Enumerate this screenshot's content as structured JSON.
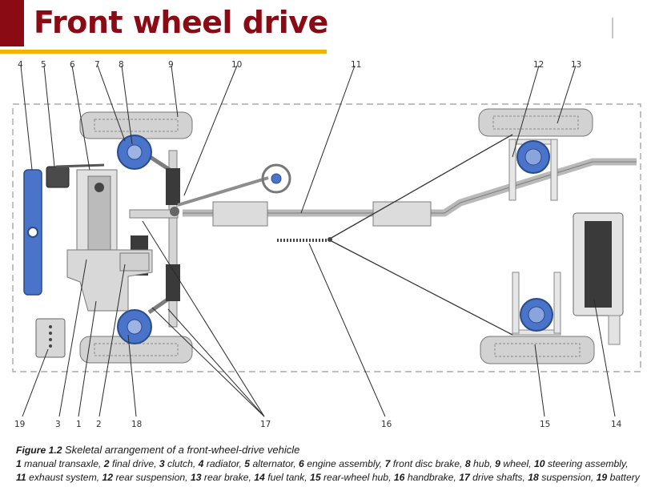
{
  "title": "Front wheel drive",
  "colors": {
    "accent": "#8b0b14",
    "rule": "#f0b400",
    "blue_part": "#4a74c9",
    "tyre": "#d2d2d2",
    "body": "#dcdcdc"
  },
  "callouts": [
    "1",
    "2",
    "3",
    "4",
    "5",
    "6",
    "7",
    "8",
    "9",
    "10",
    "11",
    "12",
    "13",
    "14",
    "15",
    "16",
    "17",
    "18",
    "19"
  ],
  "caption": {
    "label": "Figure 1.2",
    "title": "Skeletal arrangement of a front-wheel-drive vehicle",
    "line2": [
      {
        "n": "1",
        "t": "manual transaxle,"
      },
      {
        "n": "2",
        "t": "final drive,"
      },
      {
        "n": "3",
        "t": "clutch,"
      },
      {
        "n": "4",
        "t": "radiator,"
      },
      {
        "n": "5",
        "t": "alternator,"
      },
      {
        "n": "6",
        "t": "engine assembly,"
      },
      {
        "n": "7",
        "t": "front disc brake,"
      },
      {
        "n": "8",
        "t": "hub,"
      },
      {
        "n": "9",
        "t": "wheel,"
      },
      {
        "n": "10",
        "t": "steering assembly,"
      }
    ],
    "line3": [
      {
        "n": "11",
        "t": "exhaust system,"
      },
      {
        "n": "12",
        "t": "rear suspension,"
      },
      {
        "n": "13",
        "t": "rear brake,"
      },
      {
        "n": "14",
        "t": "fuel tank,"
      },
      {
        "n": "15",
        "t": "rear-wheel hub,"
      },
      {
        "n": "16",
        "t": "handbrake,"
      },
      {
        "n": "17",
        "t": "drive shafts,"
      },
      {
        "n": "18",
        "t": "suspension,"
      },
      {
        "n": "19",
        "t": "battery"
      }
    ]
  }
}
